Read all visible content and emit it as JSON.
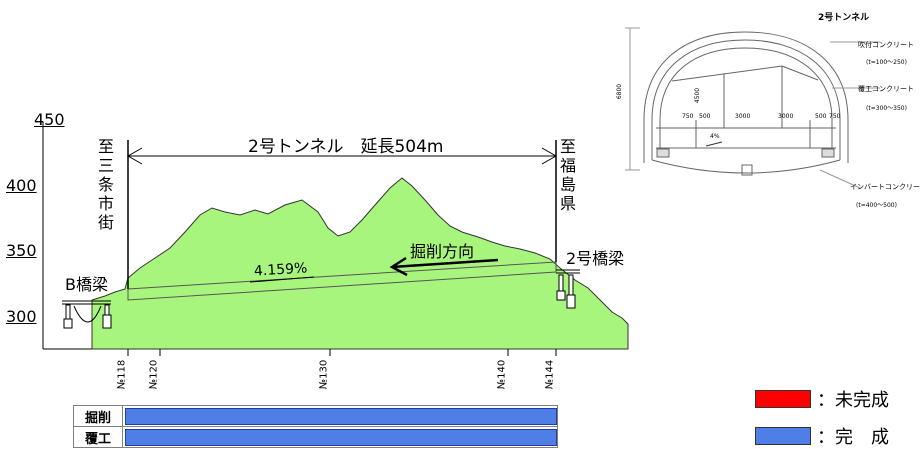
{
  "section_diagram": {
    "title": "2号トンネル",
    "labels": {
      "shotcrete": "吹付コンクリート",
      "shotcrete_t": "(t=100〜250)",
      "lining": "覆工コンクリート",
      "lining_t": "(t=300〜350)",
      "invert": "インバートコンクリート",
      "invert_t": "(t=400〜500)"
    },
    "dims": {
      "height_total": "6800",
      "height_inner": "4500",
      "w_750_left": "750",
      "w_500_left": "500",
      "w_3000_left": "3000",
      "w_3000_right": "3000",
      "w_500_right": "500",
      "w_750_right": "750",
      "slope": "4%"
    }
  },
  "profile": {
    "tunnel_title": "2号トンネル　延長504m",
    "left_destination": "至三条市街",
    "right_destination": "至福島県",
    "left_bridge": "B橋梁",
    "right_bridge": "2号橋梁",
    "gradient": "4.159%",
    "direction": "掘削方向",
    "elevations": [
      "450",
      "400",
      "350",
      "300"
    ],
    "stations": [
      "№118",
      "№120",
      "№130",
      "№140",
      "№144"
    ]
  },
  "progress": [
    {
      "task": "掘削",
      "fraction": 1.0,
      "status": "完成"
    },
    {
      "task": "覆工",
      "fraction": 1.0,
      "status": "完成"
    }
  ],
  "legend": [
    {
      "label": "：未完成",
      "color": "#ff0000"
    },
    {
      "label": "：完　成",
      "color": "#4f7fe6"
    }
  ]
}
